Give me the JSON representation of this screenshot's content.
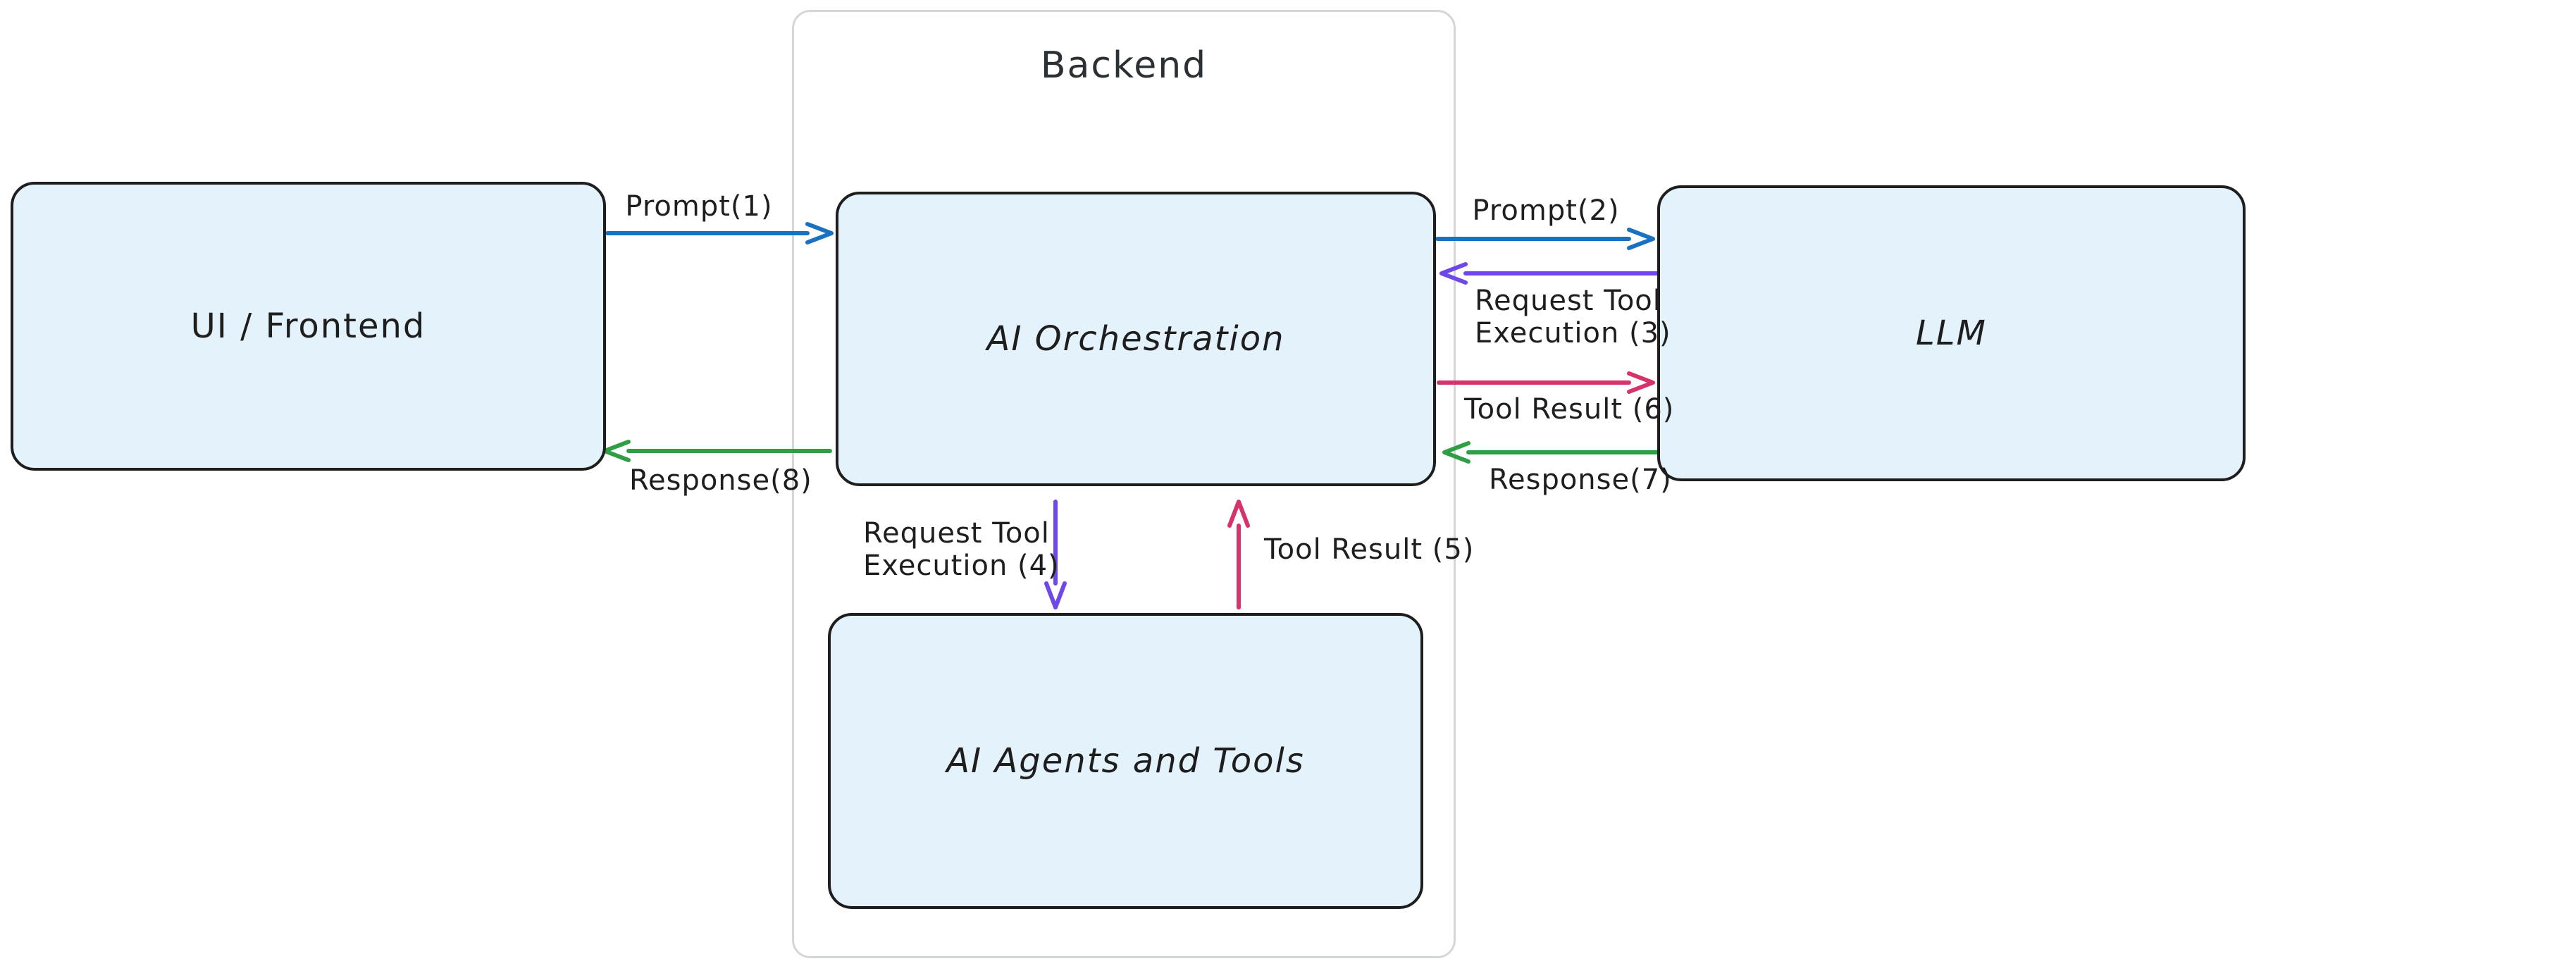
{
  "diagram": {
    "container": {
      "title": "Backend"
    },
    "nodes": [
      {
        "id": "ui-frontend",
        "label": "UI / Frontend"
      },
      {
        "id": "ai-orchestration",
        "label": "AI Orchestration"
      },
      {
        "id": "llm",
        "label": "LLM"
      },
      {
        "id": "ai-agents-tools",
        "label": "AI Agents and Tools"
      }
    ],
    "edges": [
      {
        "id": "prompt-1",
        "label": "Prompt(1)",
        "from": "ui-frontend",
        "to": "ai-orchestration",
        "color": "#1971c2"
      },
      {
        "id": "prompt-2",
        "label": "Prompt(2)",
        "from": "ai-orchestration",
        "to": "llm",
        "color": "#1971c2"
      },
      {
        "id": "request-tool-execution-3",
        "label_lines": [
          "Request Tool",
          "Execution (3)"
        ],
        "from": "llm",
        "to": "ai-orchestration",
        "color": "#7048e8"
      },
      {
        "id": "tool-result-6",
        "label": "Tool Result (6)",
        "from": "ai-orchestration",
        "to": "llm",
        "color": "#d6336c"
      },
      {
        "id": "response-7",
        "label": "Response(7)",
        "from": "llm",
        "to": "ai-orchestration",
        "color": "#2f9e44"
      },
      {
        "id": "response-8",
        "label": "Response(8)",
        "from": "ai-orchestration",
        "to": "ui-frontend",
        "color": "#2f9e44"
      },
      {
        "id": "request-tool-execution-4",
        "label_lines": [
          "Request Tool",
          "Execution (4)"
        ],
        "from": "ai-orchestration",
        "to": "ai-agents-tools",
        "color": "#7048e8"
      },
      {
        "id": "tool-result-5",
        "label": "Tool Result (5)",
        "from": "ai-agents-tools",
        "to": "ai-orchestration",
        "color": "#d6336c"
      }
    ],
    "colors": {
      "canvas_background": "#ffffff",
      "node_fill": "#e4f2fc",
      "node_border": "#1e1e1e",
      "container_border": "#d4d7da",
      "text": "#1e1e1e",
      "arrow_blue": "#1971c2",
      "arrow_purple": "#7048e8",
      "arrow_crimson": "#d6336c",
      "arrow_green": "#2f9e44"
    }
  }
}
